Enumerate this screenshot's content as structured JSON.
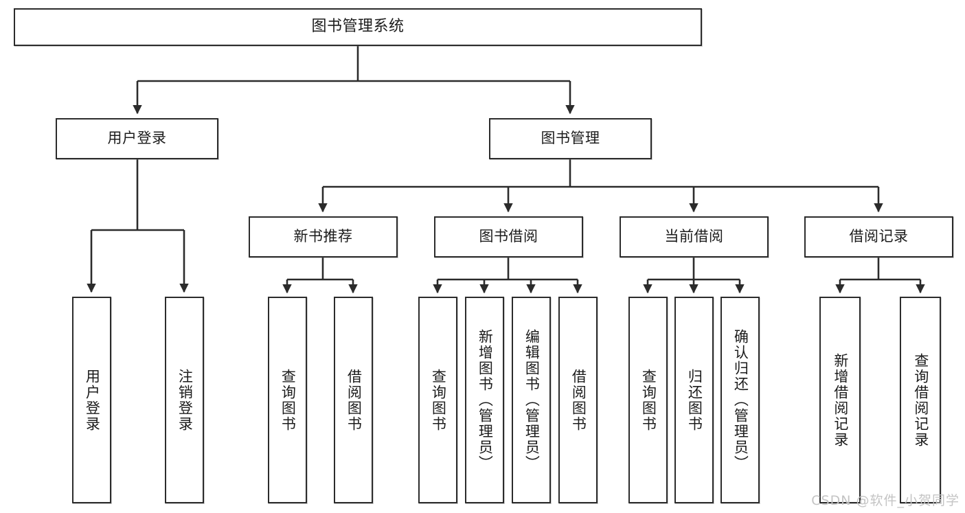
{
  "diagram": {
    "title": "图书管理系统",
    "watermark": "CSDN @软件_小贺同学",
    "levels": {
      "root": {
        "label": "图书管理系统"
      },
      "level2": [
        {
          "label": "用户登录"
        },
        {
          "label": "图书管理"
        }
      ],
      "level3": [
        {
          "label": "新书推荐"
        },
        {
          "label": "图书借阅"
        },
        {
          "label": "当前借阅"
        },
        {
          "label": "借阅记录"
        }
      ],
      "leaves": {
        "user_login": [
          {
            "label": "用户登录"
          },
          {
            "label": "注销登录"
          }
        ],
        "new_book_recommend": [
          {
            "label": "查询图书"
          },
          {
            "label": "借阅图书"
          }
        ],
        "book_borrow": [
          {
            "label": "查询图书"
          },
          {
            "label": "新增图书（管理员）"
          },
          {
            "label": "编辑图书（管理员）"
          },
          {
            "label": "借阅图书"
          }
        ],
        "current_borrow": [
          {
            "label": "查询图书"
          },
          {
            "label": "归还图书"
          },
          {
            "label": "确认归还（管理员）"
          }
        ],
        "borrow_record": [
          {
            "label": "新增借阅记录"
          },
          {
            "label": "查询借阅记录"
          }
        ]
      }
    },
    "colors": {
      "stroke": "#2b2b2b",
      "fill": "#ffffff",
      "text": "#1b1b1b",
      "watermark": "#c4c4c4"
    }
  }
}
